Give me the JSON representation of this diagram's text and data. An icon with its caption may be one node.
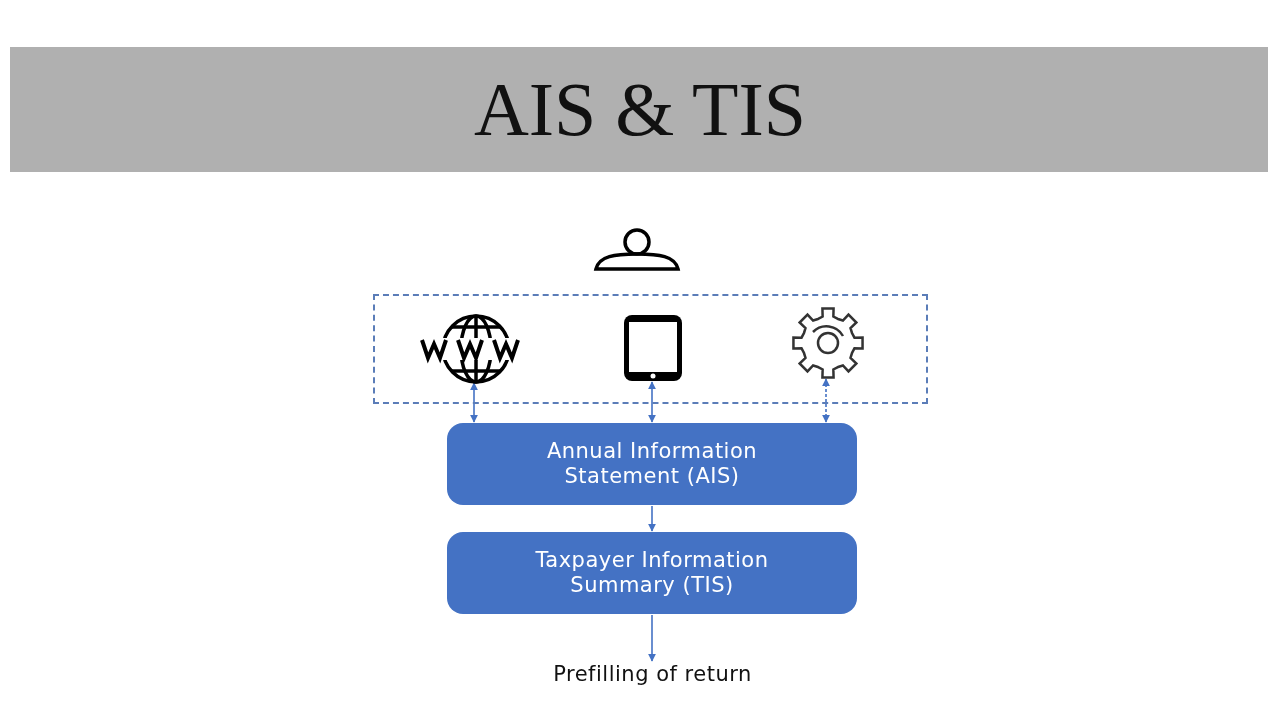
{
  "diagram": {
    "title": "AIS & TIS",
    "nodes": [
      {
        "text": [],
        "shape": "box"
      },
      {
        "text": [],
        "shape": "picture",
        "in": 0
      },
      {
        "text": [],
        "shape": "picture",
        "in": 0
      },
      {
        "text": [],
        "shape": "picture",
        "in": 0
      },
      {
        "text": [
          "Annual Information Statement (AIS)"
        ]
      },
      {
        "text": [
          "Taxpayer Information Summary (TIS)"
        ]
      },
      {
        "text": [
          "Prefilling of return"
        ]
      }
    ],
    "edges": [
      {
        "from": 1,
        "to": 4,
        "arrow": "both"
      },
      {
        "from": 2,
        "to": 4,
        "arrow": "both"
      },
      {
        "from": 3,
        "to": 4,
        "arrow": "both",
        "style": "dashed"
      },
      {
        "from": 4,
        "to": 5,
        "arrow": "to"
      },
      {
        "from": 5,
        "to": 6,
        "arrow": "to"
      }
    ]
  }
}
